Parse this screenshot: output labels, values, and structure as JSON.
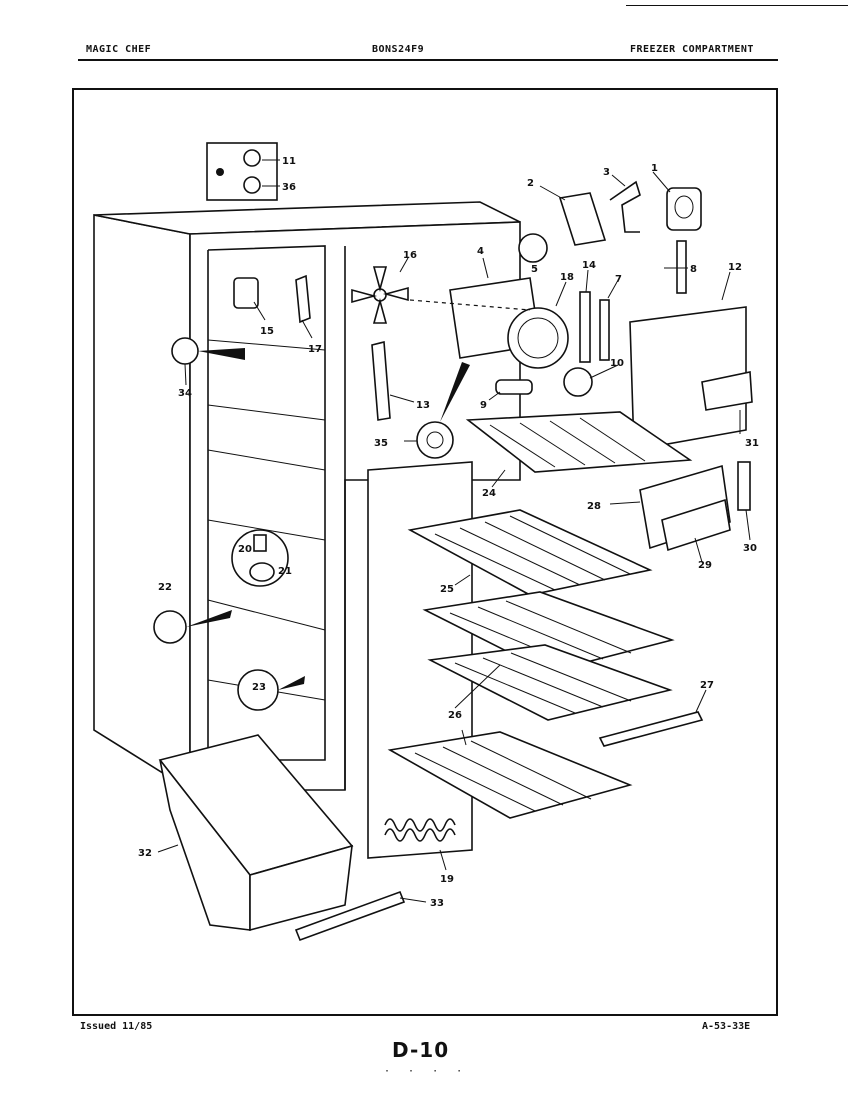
{
  "header": {
    "brand": "MAGIC CHEF",
    "model": "BONS24F9",
    "section": "FREEZER COMPARTMENT"
  },
  "footer": {
    "issued": "Issued 11/85",
    "ref": "A-53-33E",
    "page": "D-10"
  },
  "callouts": [
    "1",
    "2",
    "3",
    "4",
    "5",
    "7",
    "8",
    "9",
    "10",
    "11",
    "12",
    "13",
    "14",
    "15",
    "16",
    "17",
    "18",
    "19",
    "20",
    "21",
    "22",
    "23",
    "24",
    "25",
    "26",
    "27",
    "28",
    "29",
    "30",
    "31",
    "32",
    "33",
    "34",
    "35",
    "36"
  ]
}
